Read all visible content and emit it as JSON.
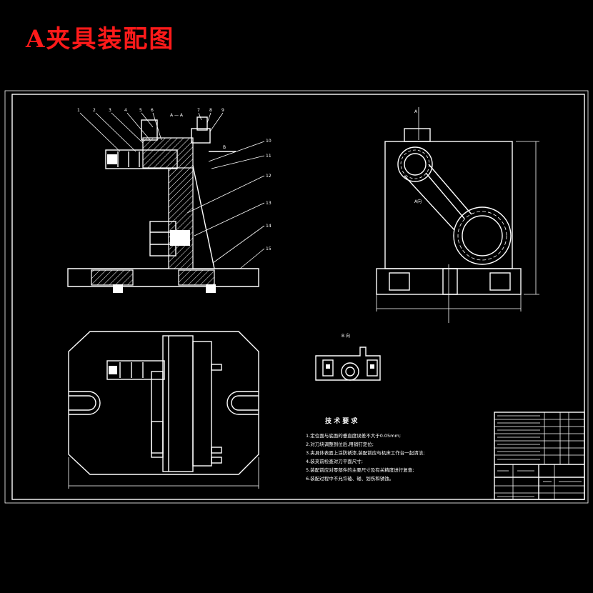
{
  "title": "A夹具装配图",
  "colors": {
    "background": "#000000",
    "linework": "#ffffff",
    "title": "#ff1a1a"
  },
  "section_label": "A — A",
  "view_label_b": "B",
  "view_b_title": "B 向",
  "view_a_label": "A向",
  "part_numbers": [
    "1",
    "2",
    "3",
    "4",
    "5",
    "6",
    "7",
    "8",
    "9",
    "10",
    "11",
    "12",
    "13",
    "14",
    "15"
  ],
  "tech_requirements": {
    "heading": "技 术 要 求",
    "items": [
      "1.定位面与底面的垂直度误差不大于0.05mm;",
      "2.对刀块调整到位后,用销钉定位;",
      "3.夹具体表面上涂防锈漆,装配前应与机床工作台一起清洁;",
      "4.装夹前检查对刀平面尺寸;",
      "5.装配前应对零部件的主要尺寸及有关精度进行复查;",
      "6.装配过程中不允许磕、碰、划伤和锈蚀。"
    ]
  }
}
